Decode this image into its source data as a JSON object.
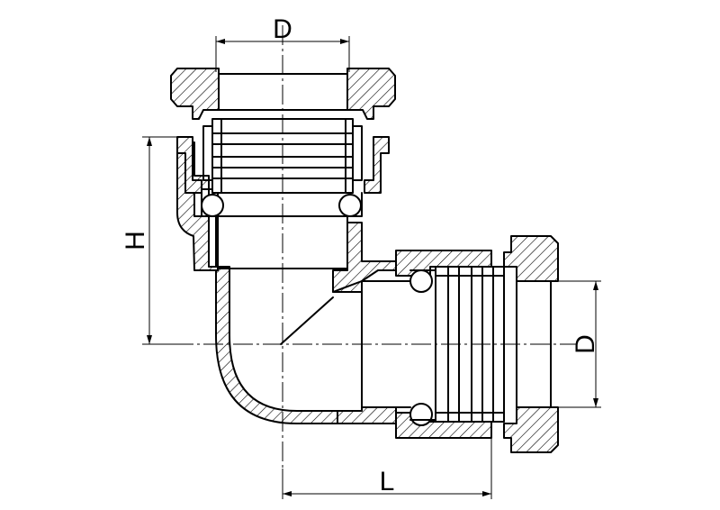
{
  "dimensions": {
    "top_diameter": "D",
    "height": "H",
    "side_diameter": "D",
    "length": "L"
  }
}
